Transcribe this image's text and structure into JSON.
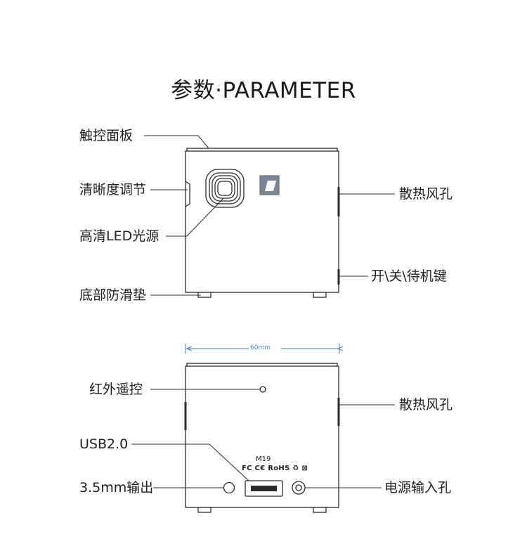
{
  "title": "参数·PARAMETER",
  "front_view": {
    "labels": {
      "touch_panel": "触控面板",
      "focus_adjust": "清晰度调节",
      "led_light_source": "高清LED光源",
      "anti_slip_pad": "底部防滑垫",
      "vent": "散热风孔",
      "power_button": "开\\关\\待机键"
    }
  },
  "back_view": {
    "dimension": "60mm",
    "model": "M19",
    "certifications": "FC C€ RoHS ♻ ⊠",
    "labels": {
      "ir_remote": "红外遥控",
      "usb": "USB2.0",
      "audio_out": "3.5mm输出",
      "vent": "散热风孔",
      "power_input": "电源输入孔"
    }
  },
  "colors": {
    "outline": "#2b2b2b",
    "dimension_line": "#3a7fc4",
    "dimension_text": "#4a8acb",
    "logo_fill": "#7a8696"
  }
}
